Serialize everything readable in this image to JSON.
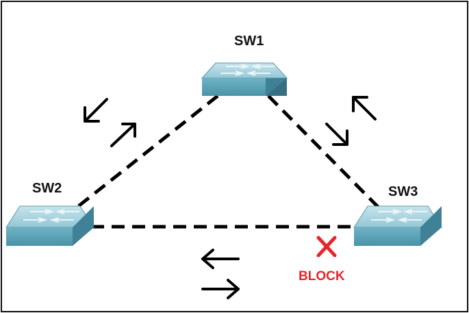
{
  "switches": [
    {
      "id": "sw1",
      "label": "SW1"
    },
    {
      "id": "sw2",
      "label": "SW2"
    },
    {
      "id": "sw3",
      "label": "SW3"
    }
  ],
  "links": [
    {
      "from": "SW1",
      "to": "SW2",
      "style": "dashed"
    },
    {
      "from": "SW1",
      "to": "SW3",
      "style": "dashed"
    },
    {
      "from": "SW2",
      "to": "SW3",
      "style": "dashed",
      "blocked_at": "SW3"
    }
  ],
  "block": {
    "label": "BLOCK",
    "color": "#e8252b"
  },
  "colors": {
    "switch_top": "#a9d4df",
    "switch_front": "#5ea3b6",
    "switch_side": "#3f8196",
    "line": "#000000",
    "frame": "#111111"
  }
}
